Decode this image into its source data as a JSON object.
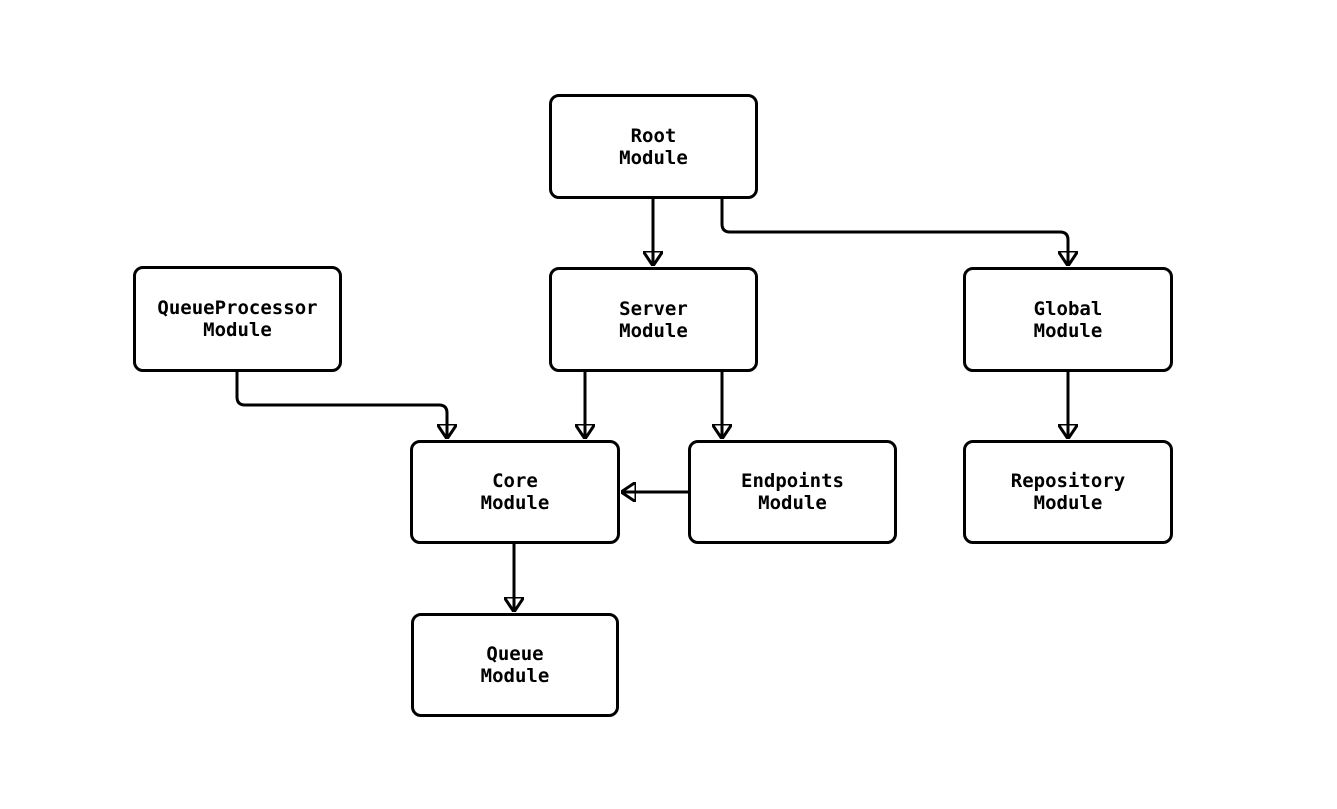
{
  "diagram": {
    "type": "module-dependency-graph",
    "background_color": "#ffffff",
    "node_fill_color": "#ffffff",
    "node_border_color": "#000000",
    "edge_color": "#000000",
    "text_color": "#000000",
    "nodes": [
      {
        "id": "root",
        "label": "Root\nModule"
      },
      {
        "id": "queueprocessor",
        "label": "QueueProcessor\nModule"
      },
      {
        "id": "server",
        "label": "Server\nModule"
      },
      {
        "id": "global",
        "label": "Global\nModule"
      },
      {
        "id": "core",
        "label": "Core\nModule"
      },
      {
        "id": "endpoints",
        "label": "Endpoints\nModule"
      },
      {
        "id": "repository",
        "label": "Repository\nModule"
      },
      {
        "id": "queue",
        "label": "Queue\nModule"
      }
    ],
    "edges": [
      {
        "from": "Root Module",
        "to": "Server Module"
      },
      {
        "from": "Root Module",
        "to": "Global Module"
      },
      {
        "from": "QueueProcessor Module",
        "to": "Core Module"
      },
      {
        "from": "Server Module",
        "to": "Core Module"
      },
      {
        "from": "Server Module",
        "to": "Endpoints Module"
      },
      {
        "from": "Global Module",
        "to": "Repository Module"
      },
      {
        "from": "Endpoints Module",
        "to": "Core Module"
      },
      {
        "from": "Core Module",
        "to": "Queue Module"
      }
    ]
  }
}
